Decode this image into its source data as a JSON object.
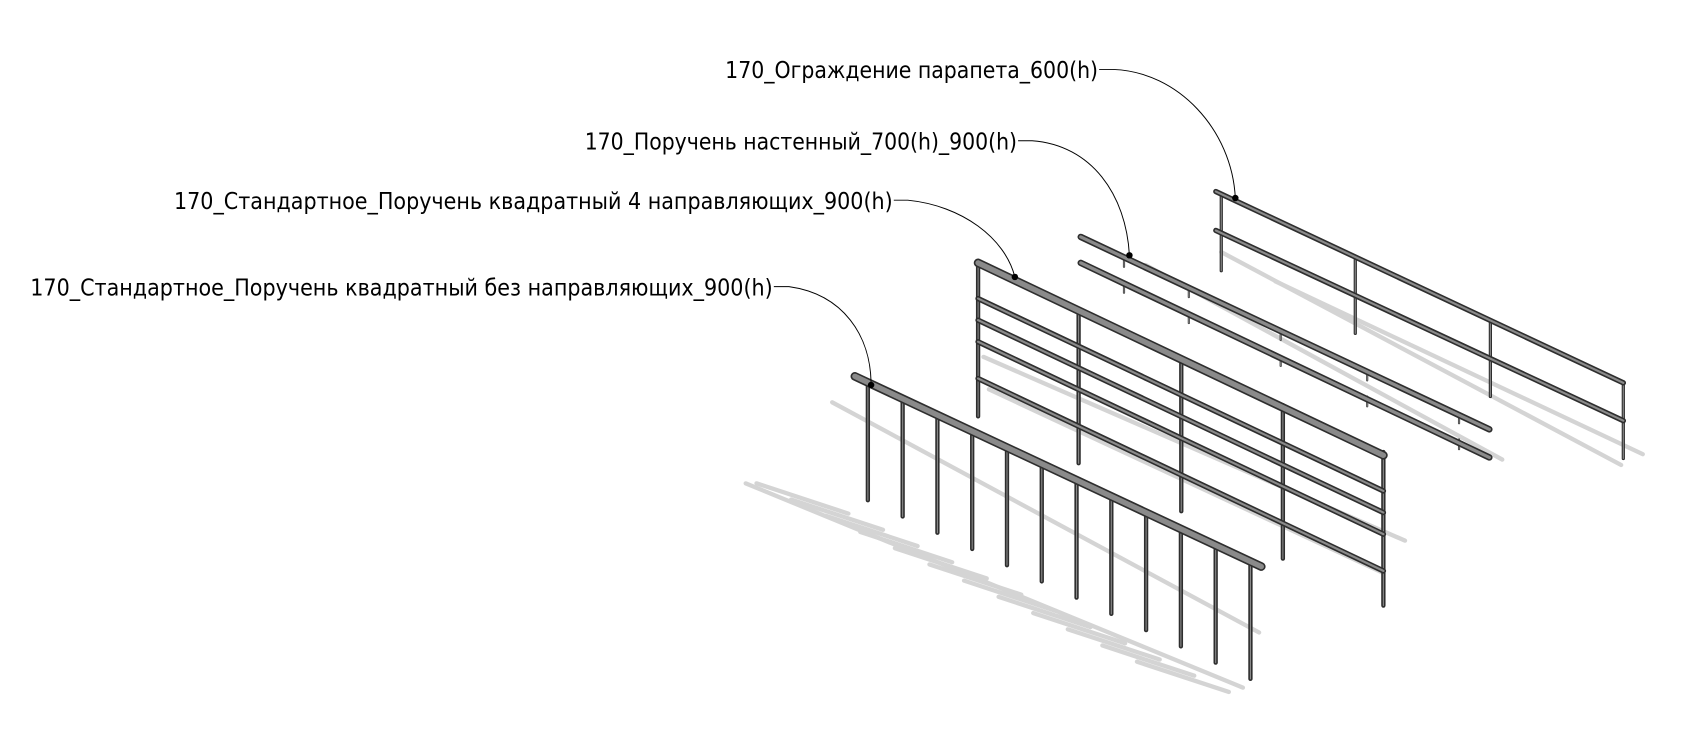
{
  "view": {
    "tags": [
      {
        "label": "170_Ограждение парапета_600(h)"
      },
      {
        "label": "170_Поручень настенный_700(h)_900(h)"
      },
      {
        "label": "170_Стандартное_Поручень квадратный 4 направляющих_900(h)"
      },
      {
        "label": "170_Стандартное_Поручень квадратный без направляющих_900(h)"
      }
    ]
  },
  "colors": {
    "rail_outline": "#2e2e2e",
    "rail_fill": "#8a8a8a",
    "shadow": "#d4d4d4",
    "background": "#ffffff"
  }
}
